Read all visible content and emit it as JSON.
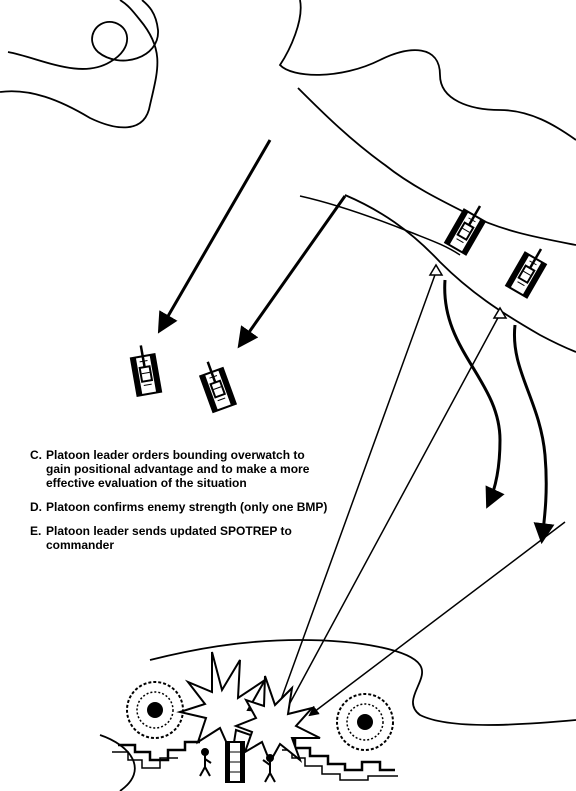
{
  "notes": [
    {
      "letter": "C.",
      "text": "Platoon leader orders bounding overwatch to gain positional advantage and to make a more effective evaluation of the situation"
    },
    {
      "letter": "D.",
      "text": "Platoon confirms enemy strength (only one BMP)"
    },
    {
      "letter": "E.",
      "text": "Platoon leader sends updated SPOTREP to commander"
    }
  ],
  "icons": {
    "vehicle": "tank-icon",
    "tree": "tree-icon",
    "explosion": "explosion-icon",
    "soldier": "soldier-icon"
  },
  "colors": {
    "ink": "#000000",
    "paper": "#ffffff"
  }
}
